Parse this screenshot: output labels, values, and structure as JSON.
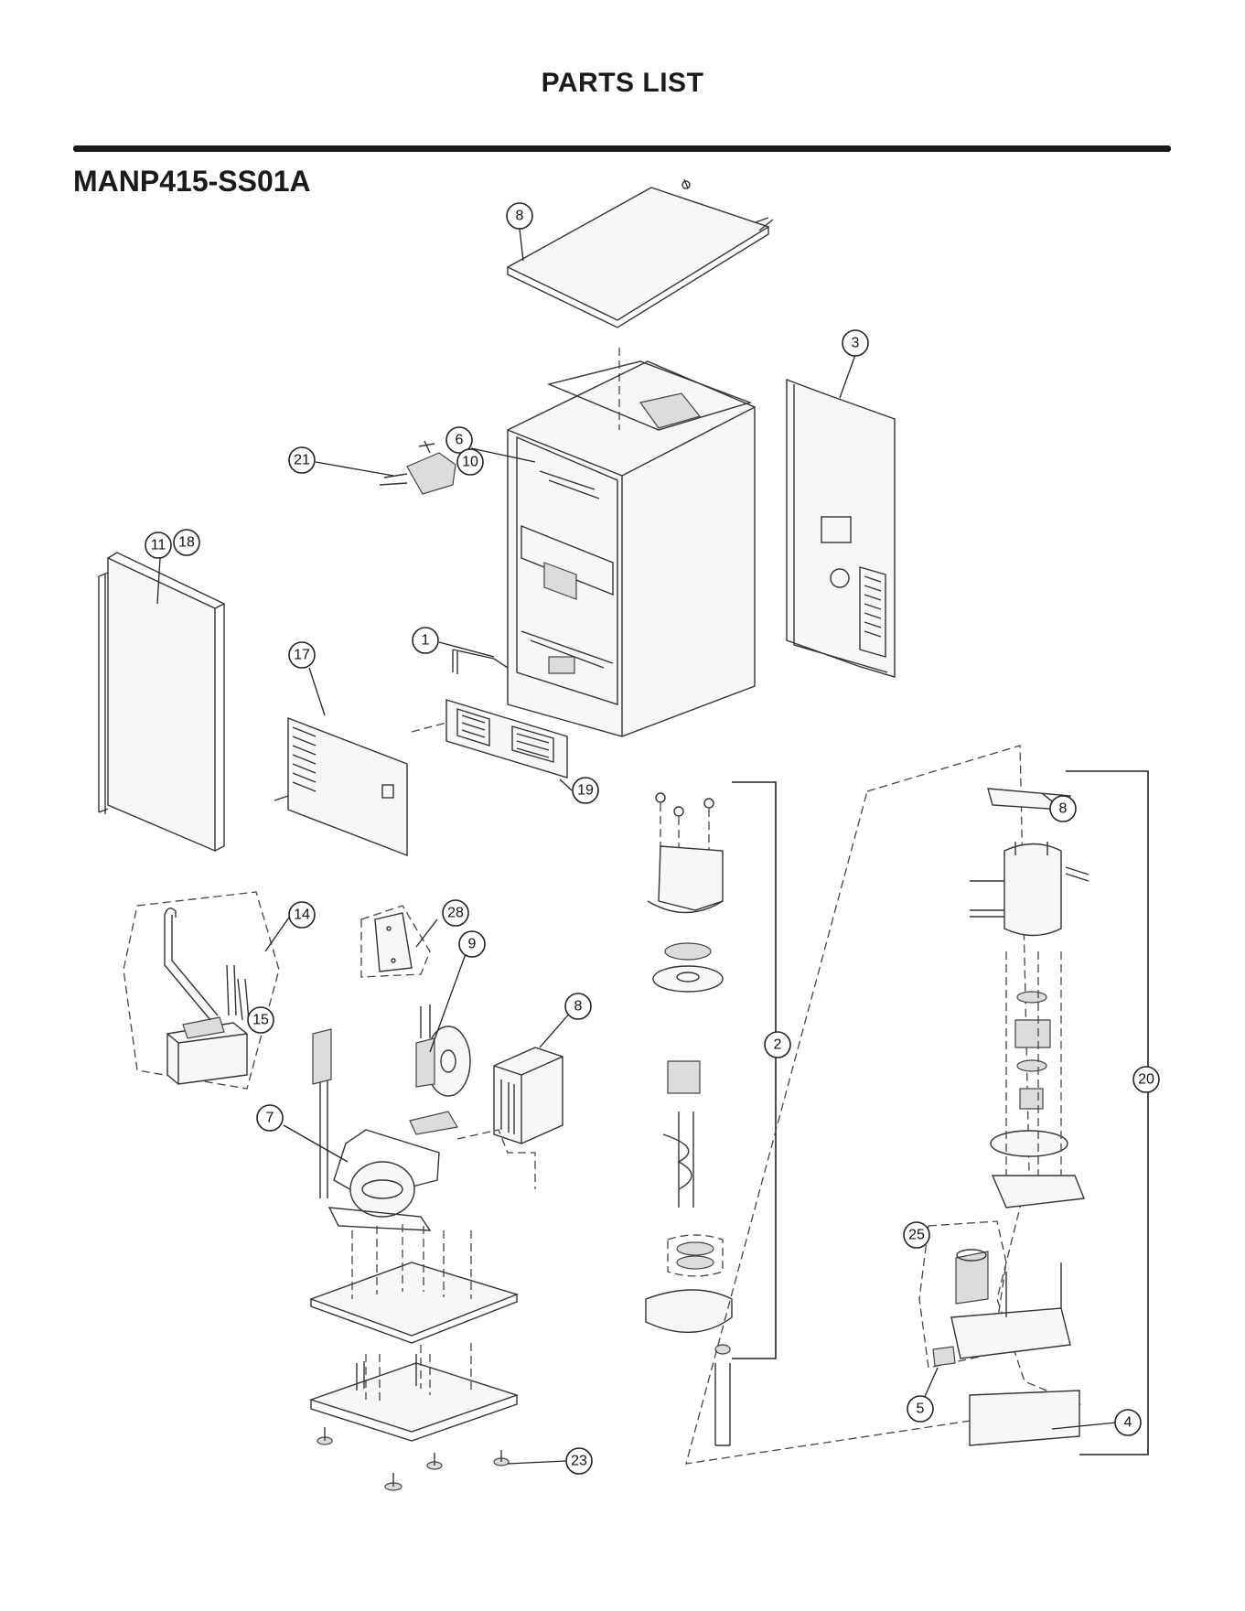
{
  "page": {
    "title": "PARTS LIST",
    "model": "MANP415-SS01A"
  },
  "callouts": [
    {
      "id": "c-8-top",
      "label": "8"
    },
    {
      "id": "c-3",
      "label": "3"
    },
    {
      "id": "c-6",
      "label": "6"
    },
    {
      "id": "c-10",
      "label": "10"
    },
    {
      "id": "c-21",
      "label": "21"
    },
    {
      "id": "c-11",
      "label": "11"
    },
    {
      "id": "c-18",
      "label": "18"
    },
    {
      "id": "c-17",
      "label": "17"
    },
    {
      "id": "c-1",
      "label": "1"
    },
    {
      "id": "c-19",
      "label": "19"
    },
    {
      "id": "c-8-right",
      "label": "8"
    },
    {
      "id": "c-14",
      "label": "14"
    },
    {
      "id": "c-15",
      "label": "15"
    },
    {
      "id": "c-28",
      "label": "28"
    },
    {
      "id": "c-9",
      "label": "9"
    },
    {
      "id": "c-8-mid",
      "label": "8"
    },
    {
      "id": "c-7",
      "label": "7"
    },
    {
      "id": "c-2",
      "label": "2"
    },
    {
      "id": "c-20",
      "label": "20"
    },
    {
      "id": "c-25",
      "label": "25"
    },
    {
      "id": "c-5",
      "label": "5"
    },
    {
      "id": "c-4",
      "label": "4"
    },
    {
      "id": "c-23",
      "label": "23"
    }
  ]
}
